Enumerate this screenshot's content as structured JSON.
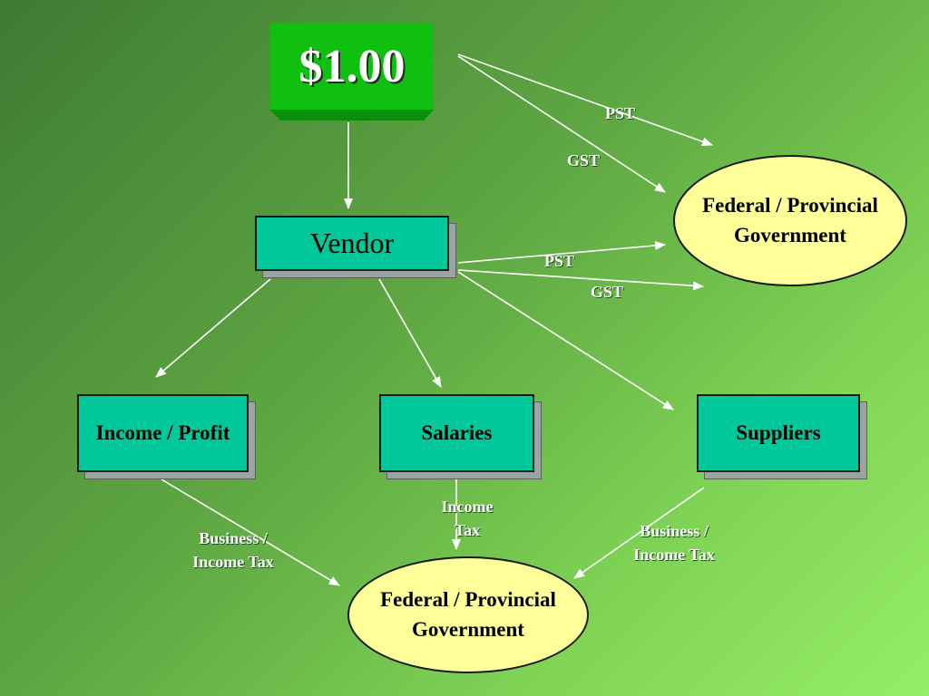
{
  "price": {
    "label": "$1.00"
  },
  "vendor": {
    "label": "Vendor"
  },
  "income_profit": {
    "label": "Income / Profit"
  },
  "salaries": {
    "label": "Salaries"
  },
  "suppliers": {
    "label": "Suppliers"
  },
  "gov_top": {
    "line1": "Federal / Provincial",
    "line2": "Government"
  },
  "gov_bottom": {
    "line1": "Federal / Provincial",
    "line2": "Government"
  },
  "flows": {
    "price_pst": "PST",
    "price_gst": "GST",
    "vendor_pst": "PST",
    "vendor_gst": "GST",
    "salaries_tax_line1": "Income",
    "salaries_tax_line2": "Tax",
    "income_tax_line1": "Business /",
    "income_tax_line2": "Income Tax",
    "suppliers_tax_line1": "Business /",
    "suppliers_tax_line2": "Income Tax"
  },
  "colors": {
    "price_box": "#10c010",
    "teal_box": "#00c89a",
    "government": "#ffff99",
    "arrow": "#ffffff"
  }
}
